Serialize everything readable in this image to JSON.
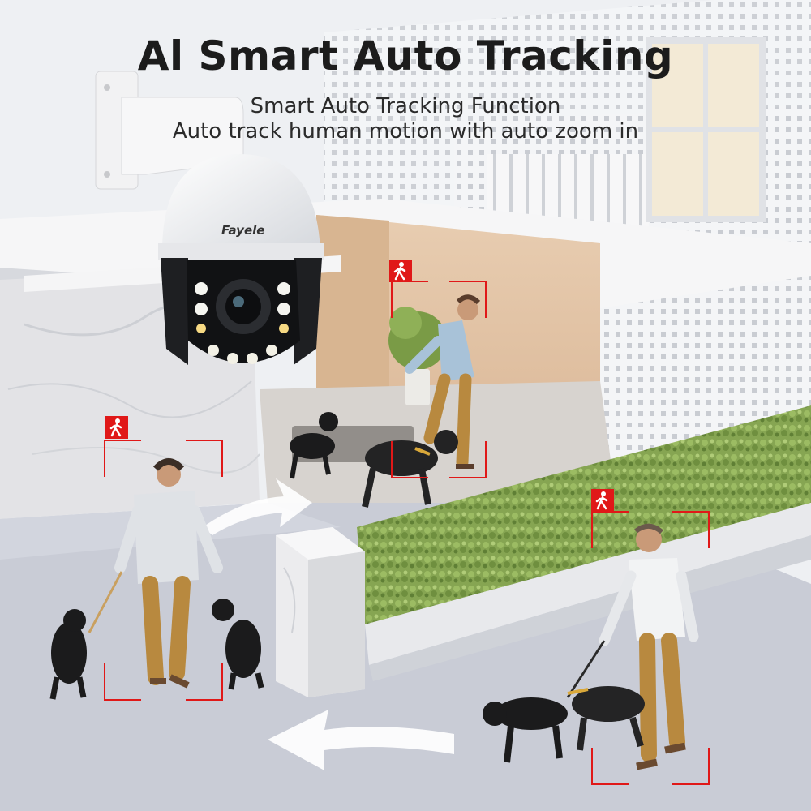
{
  "headline": "Al Smart Auto Tracking",
  "subtitle_1": "Smart Auto Tracking Function",
  "subtitle_2": "Auto track human motion with auto zoom in",
  "camera": {
    "brand": "Fayele"
  },
  "tracking": {
    "targets": [
      "person-walking-dogs-entrance",
      "person-walking-dogs-left",
      "person-walking-dogs-right"
    ],
    "icon": "walking-person-icon"
  },
  "colors": {
    "accent": "#e01818",
    "title": "#1c1c1c",
    "hedge": "#7fa14a",
    "trousers": "#b8893f"
  }
}
